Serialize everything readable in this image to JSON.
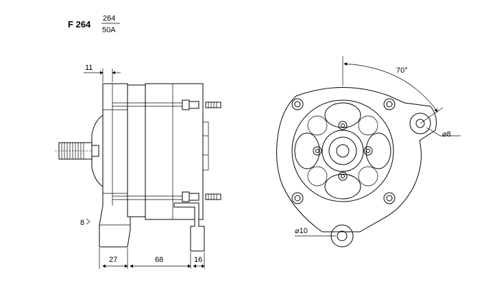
{
  "title": {
    "model": "F 264",
    "number": "264",
    "rating": "50A"
  },
  "side_view": {
    "dim_top": "11",
    "dim_left": "8",
    "dim_bottom": [
      "27",
      "68",
      "16"
    ]
  },
  "front_view": {
    "angle": "70°",
    "hole_upper": "⌀8",
    "hole_lower": "⌀10"
  }
}
